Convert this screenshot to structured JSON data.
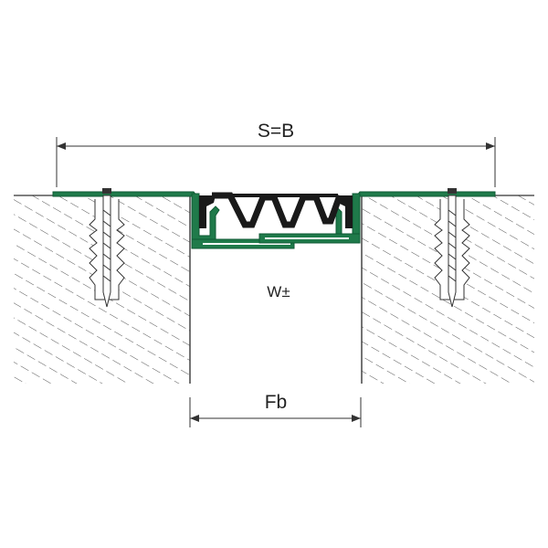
{
  "labels": {
    "overall_width": "S=B",
    "movement": "W±",
    "gap_width": "Fb"
  },
  "colors": {
    "profile": "#1f7a4a",
    "profile_dark": "#0f5a34",
    "seal": "#1a1a1a",
    "line": "#333333",
    "hatch": "#555555",
    "background": "#ffffff"
  },
  "icons": [
    "anchor-dowel-icon",
    "screw-icon"
  ]
}
